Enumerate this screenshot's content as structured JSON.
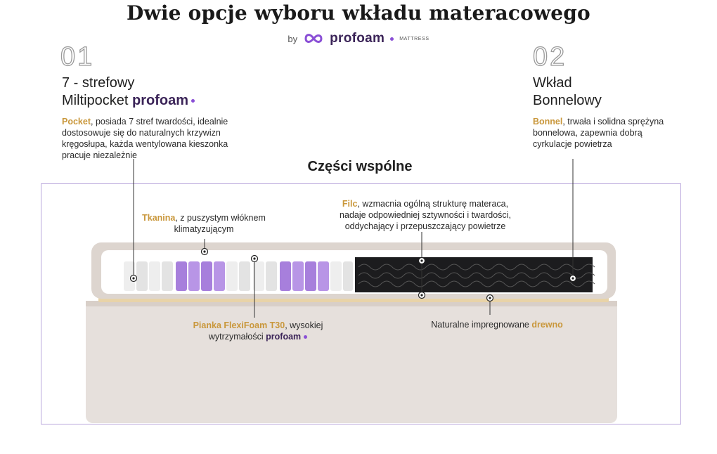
{
  "header": {
    "title": "Dwie opcje wyboru wkładu materacowego",
    "by": "by",
    "brand": "profoam",
    "brand_suffix": "MATTRESS"
  },
  "option1": {
    "number": "01",
    "title_line1": "7 - strefowy",
    "title_line2": "Miltipocket",
    "brand": "profoam",
    "highlight": "Pocket",
    "desc_lines": [
      ", posiada 7 stref twardości, idealnie",
      "dostosowuje się do naturalnych krzywizn",
      "kręgosłupa, każda wentylowana kieszonka",
      "pracuje niezależnie"
    ]
  },
  "option2": {
    "number": "02",
    "title_line1": "Wkład",
    "title_line2": "Bonnelowy",
    "highlight": "Bonnel",
    "desc_lines": [
      ", trwała i solidna sprężyna",
      "bonnelowa, zapewnia dobrą",
      "cyrkulacje powietrza"
    ]
  },
  "common": {
    "title": "Części wspólne",
    "tkanina": {
      "highlight": "Tkanina",
      "line1": ", z puszystym włóknem",
      "line2": "klimatyzującym"
    },
    "filc": {
      "highlight": "Filc",
      "line1": ", wzmacnia ogólną strukturę materaca,",
      "line2": "nadaje odpowiedniej sztywności i twardości,",
      "line3": "oddychający i przepuszczający powietrze"
    },
    "pianka": {
      "highlight": "Pianka FlexiFoam T30",
      "line1": ", wysokiej",
      "line2": "wytrzymałości",
      "brand": "profoam"
    },
    "drewno": {
      "text": "Naturalne impregnowane ",
      "highlight": "drewno"
    }
  },
  "colors": {
    "accent_gold": "#c9973b",
    "brand_purple": "#3b2458",
    "frame": "#b9a6dc",
    "spring_purple": "#a77fdc"
  }
}
